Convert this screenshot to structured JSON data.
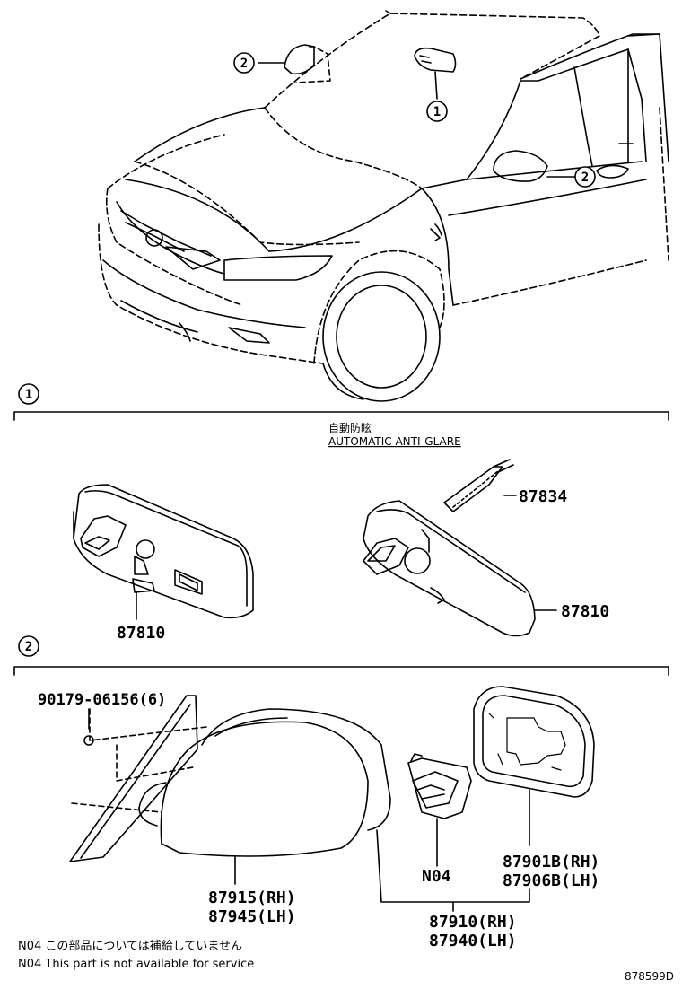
{
  "callouts": {
    "one": "1",
    "two": "2"
  },
  "section1": {
    "heading_jp": "自動防眩",
    "heading_en": "AUTOMATIC ANTI-GLARE",
    "left_part": "87810",
    "right_part_top": "87834",
    "right_part_main": "87810"
  },
  "section2": {
    "bolt": "90179-06156(6)",
    "cover_rh": "87915(RH)",
    "cover_lh": "87945(LH)",
    "assy_rh": "87910(RH)",
    "assy_lh": "87940(LH)",
    "motor": "N04",
    "glass_rh": "87901B(RH)",
    "glass_lh": "87906B(LH)"
  },
  "notes": {
    "jp": "N04 この部品については補給していません",
    "en": "N04 This part is not available for service"
  },
  "diagram_id": "878599D"
}
